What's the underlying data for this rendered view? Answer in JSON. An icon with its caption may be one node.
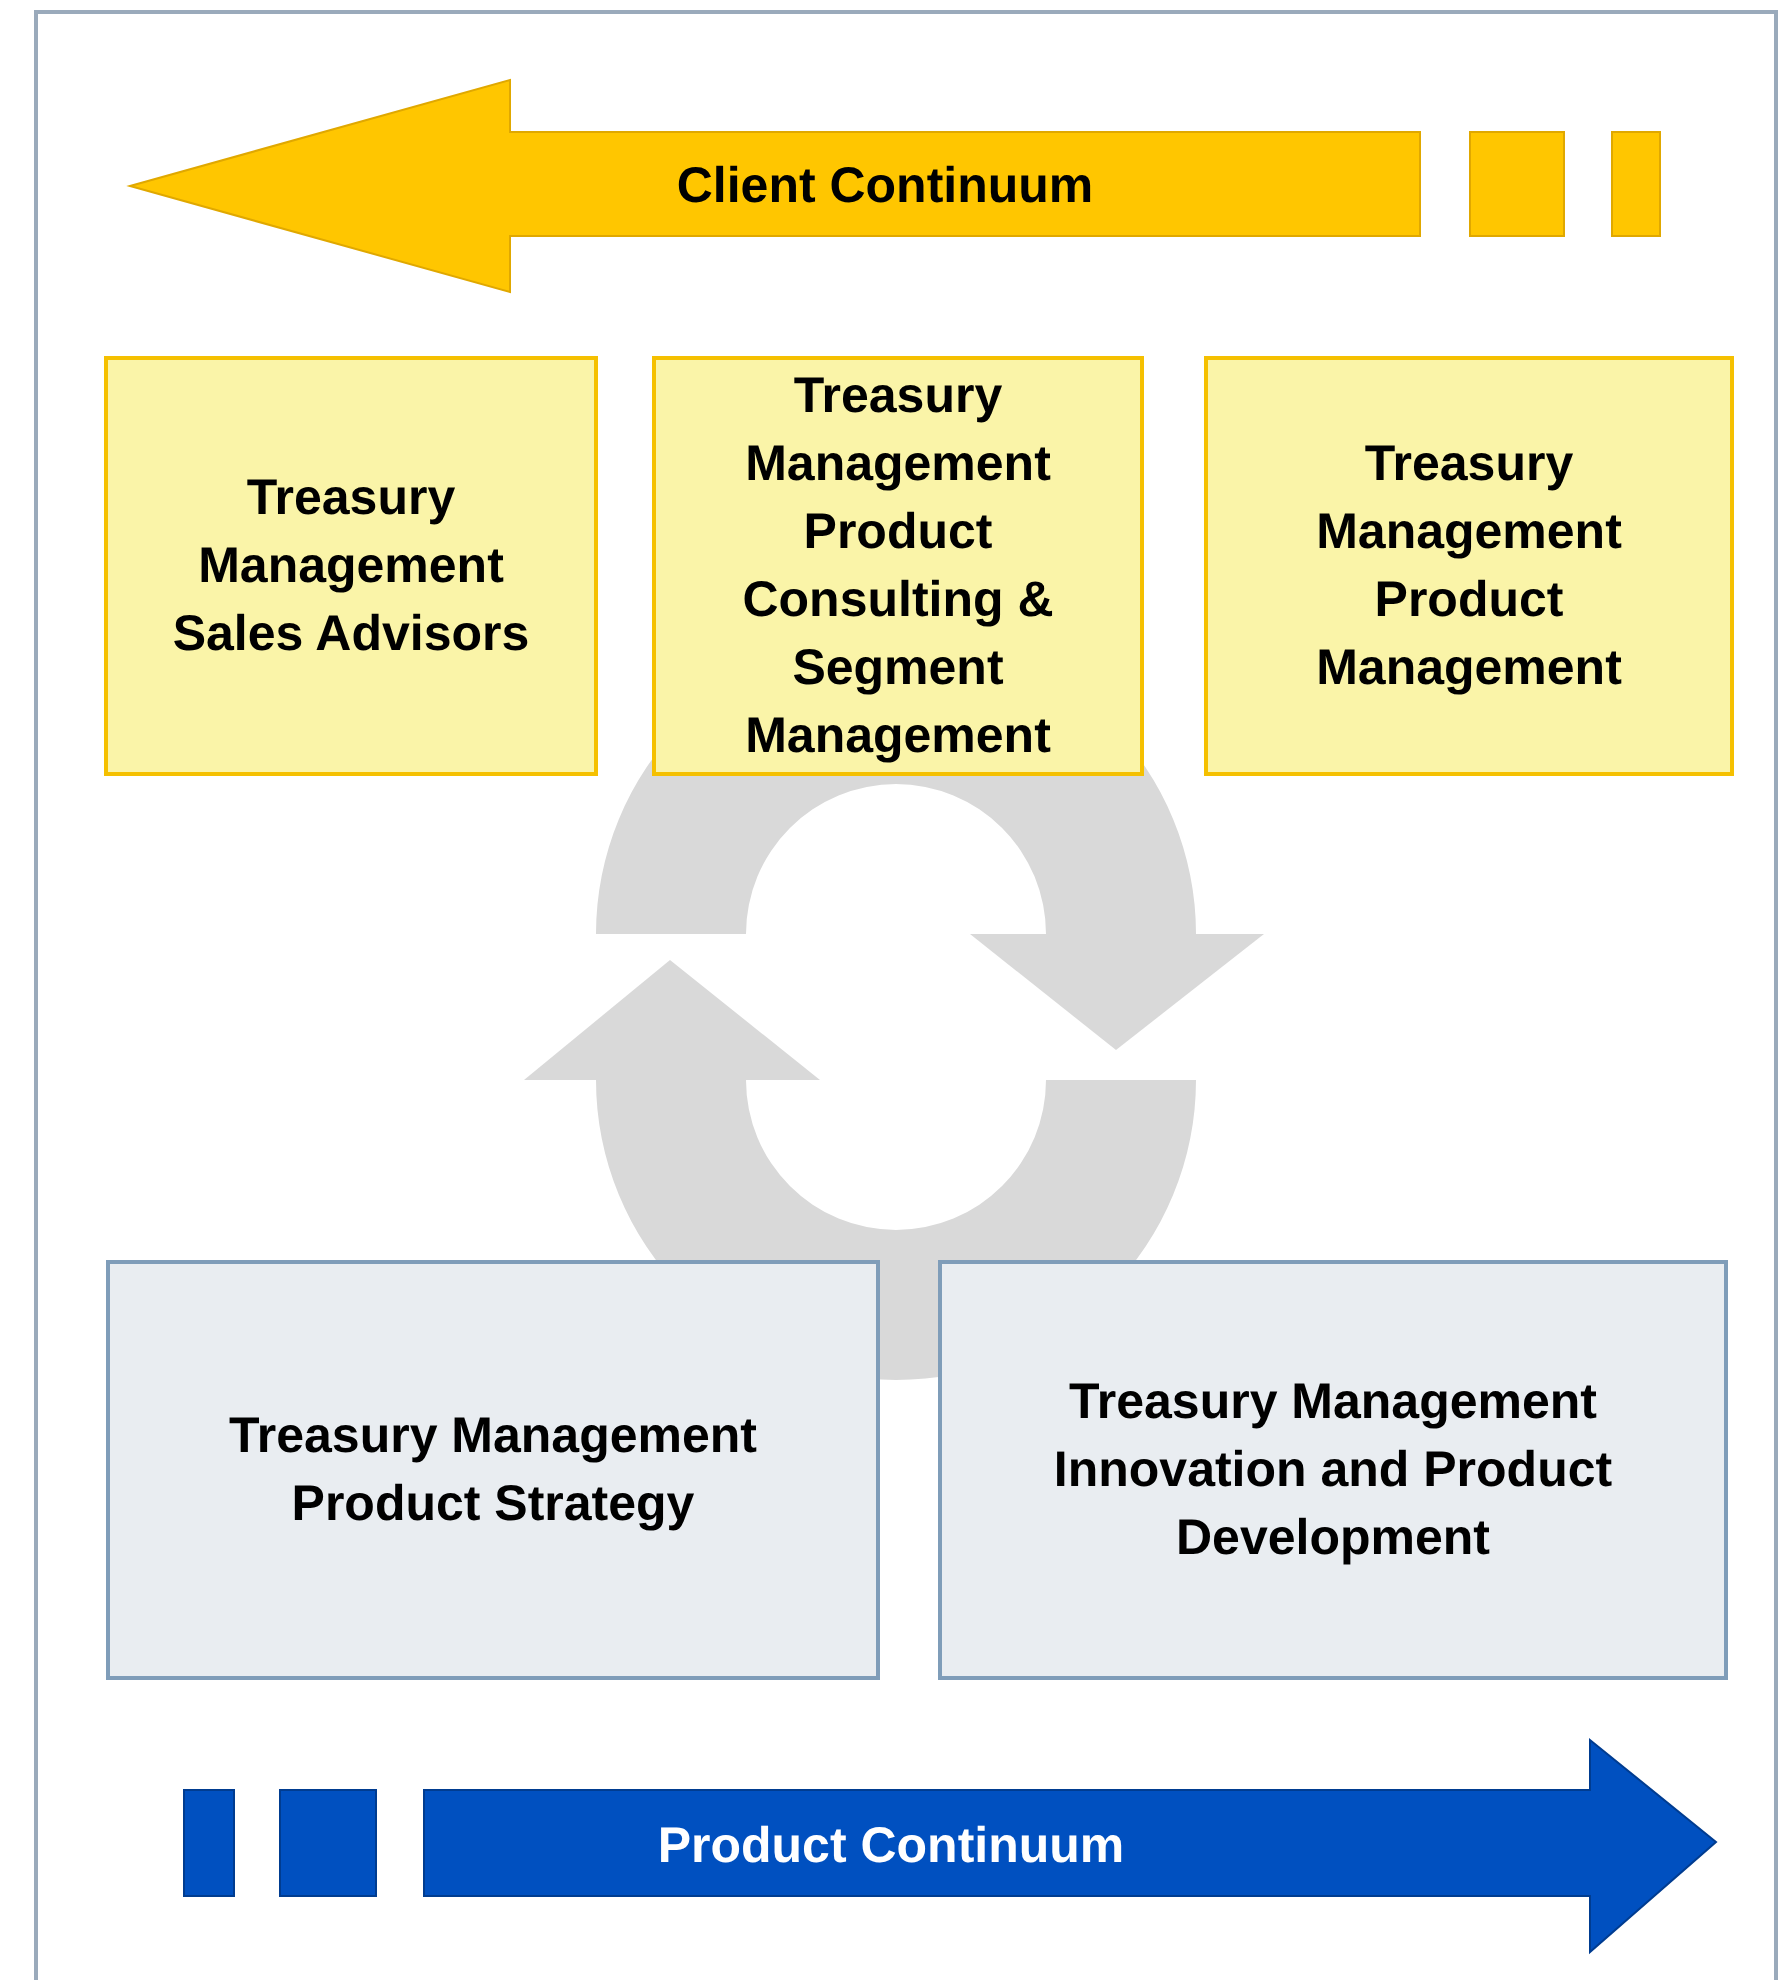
{
  "diagram": {
    "nodes": [
      {
        "text": [
          "Client Continuum"
        ]
      },
      {
        "text": [
          "Treasury Management Sales Advisors"
        ]
      },
      {
        "text": [
          "Treasury Management Product Consulting & Segment Management"
        ]
      },
      {
        "text": [
          "Treasury Management Product Management"
        ]
      },
      {
        "text": [
          "Treasury Management Product Strategy"
        ]
      },
      {
        "text": [
          "Treasury Management Innovation and Product Development"
        ]
      },
      {
        "text": [
          "Product Continuum"
        ]
      }
    ]
  }
}
